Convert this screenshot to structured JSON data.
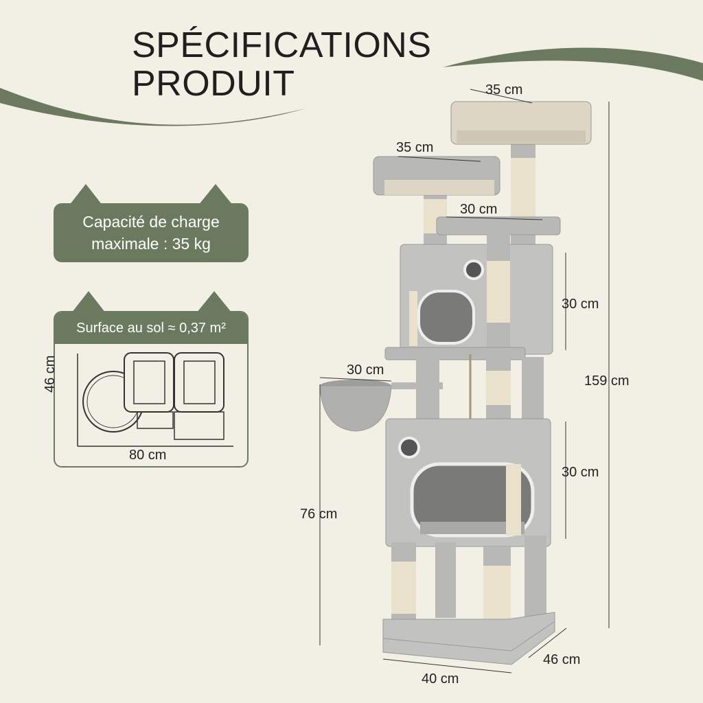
{
  "title": {
    "line1": "SPÉCIFICATIONS",
    "line2": "PRODUIT"
  },
  "colors": {
    "background": "#f2efe5",
    "accent": "#6b7a5e",
    "product_grey": "#b8b8b6",
    "sisal": "#e9e1cc",
    "beige_top": "#ddd6c4"
  },
  "badges": {
    "load": {
      "line1": "Capacité de charge",
      "line2": "maximale : 35 kg"
    },
    "surface": {
      "label": "Surface au sol ≈ 0,37 m²",
      "depth": "46 cm",
      "width": "80 cm"
    }
  },
  "dimensions": {
    "top_platform": "35 cm",
    "left_platform": "35 cm",
    "middle_platform": "30 cm",
    "upper_condo_height": "30 cm",
    "total_height": "159 cm",
    "basket": "30 cm",
    "lower_condo_height": "30 cm",
    "basket_height": "76 cm",
    "base_depth": "46 cm",
    "base_width": "40 cm"
  }
}
